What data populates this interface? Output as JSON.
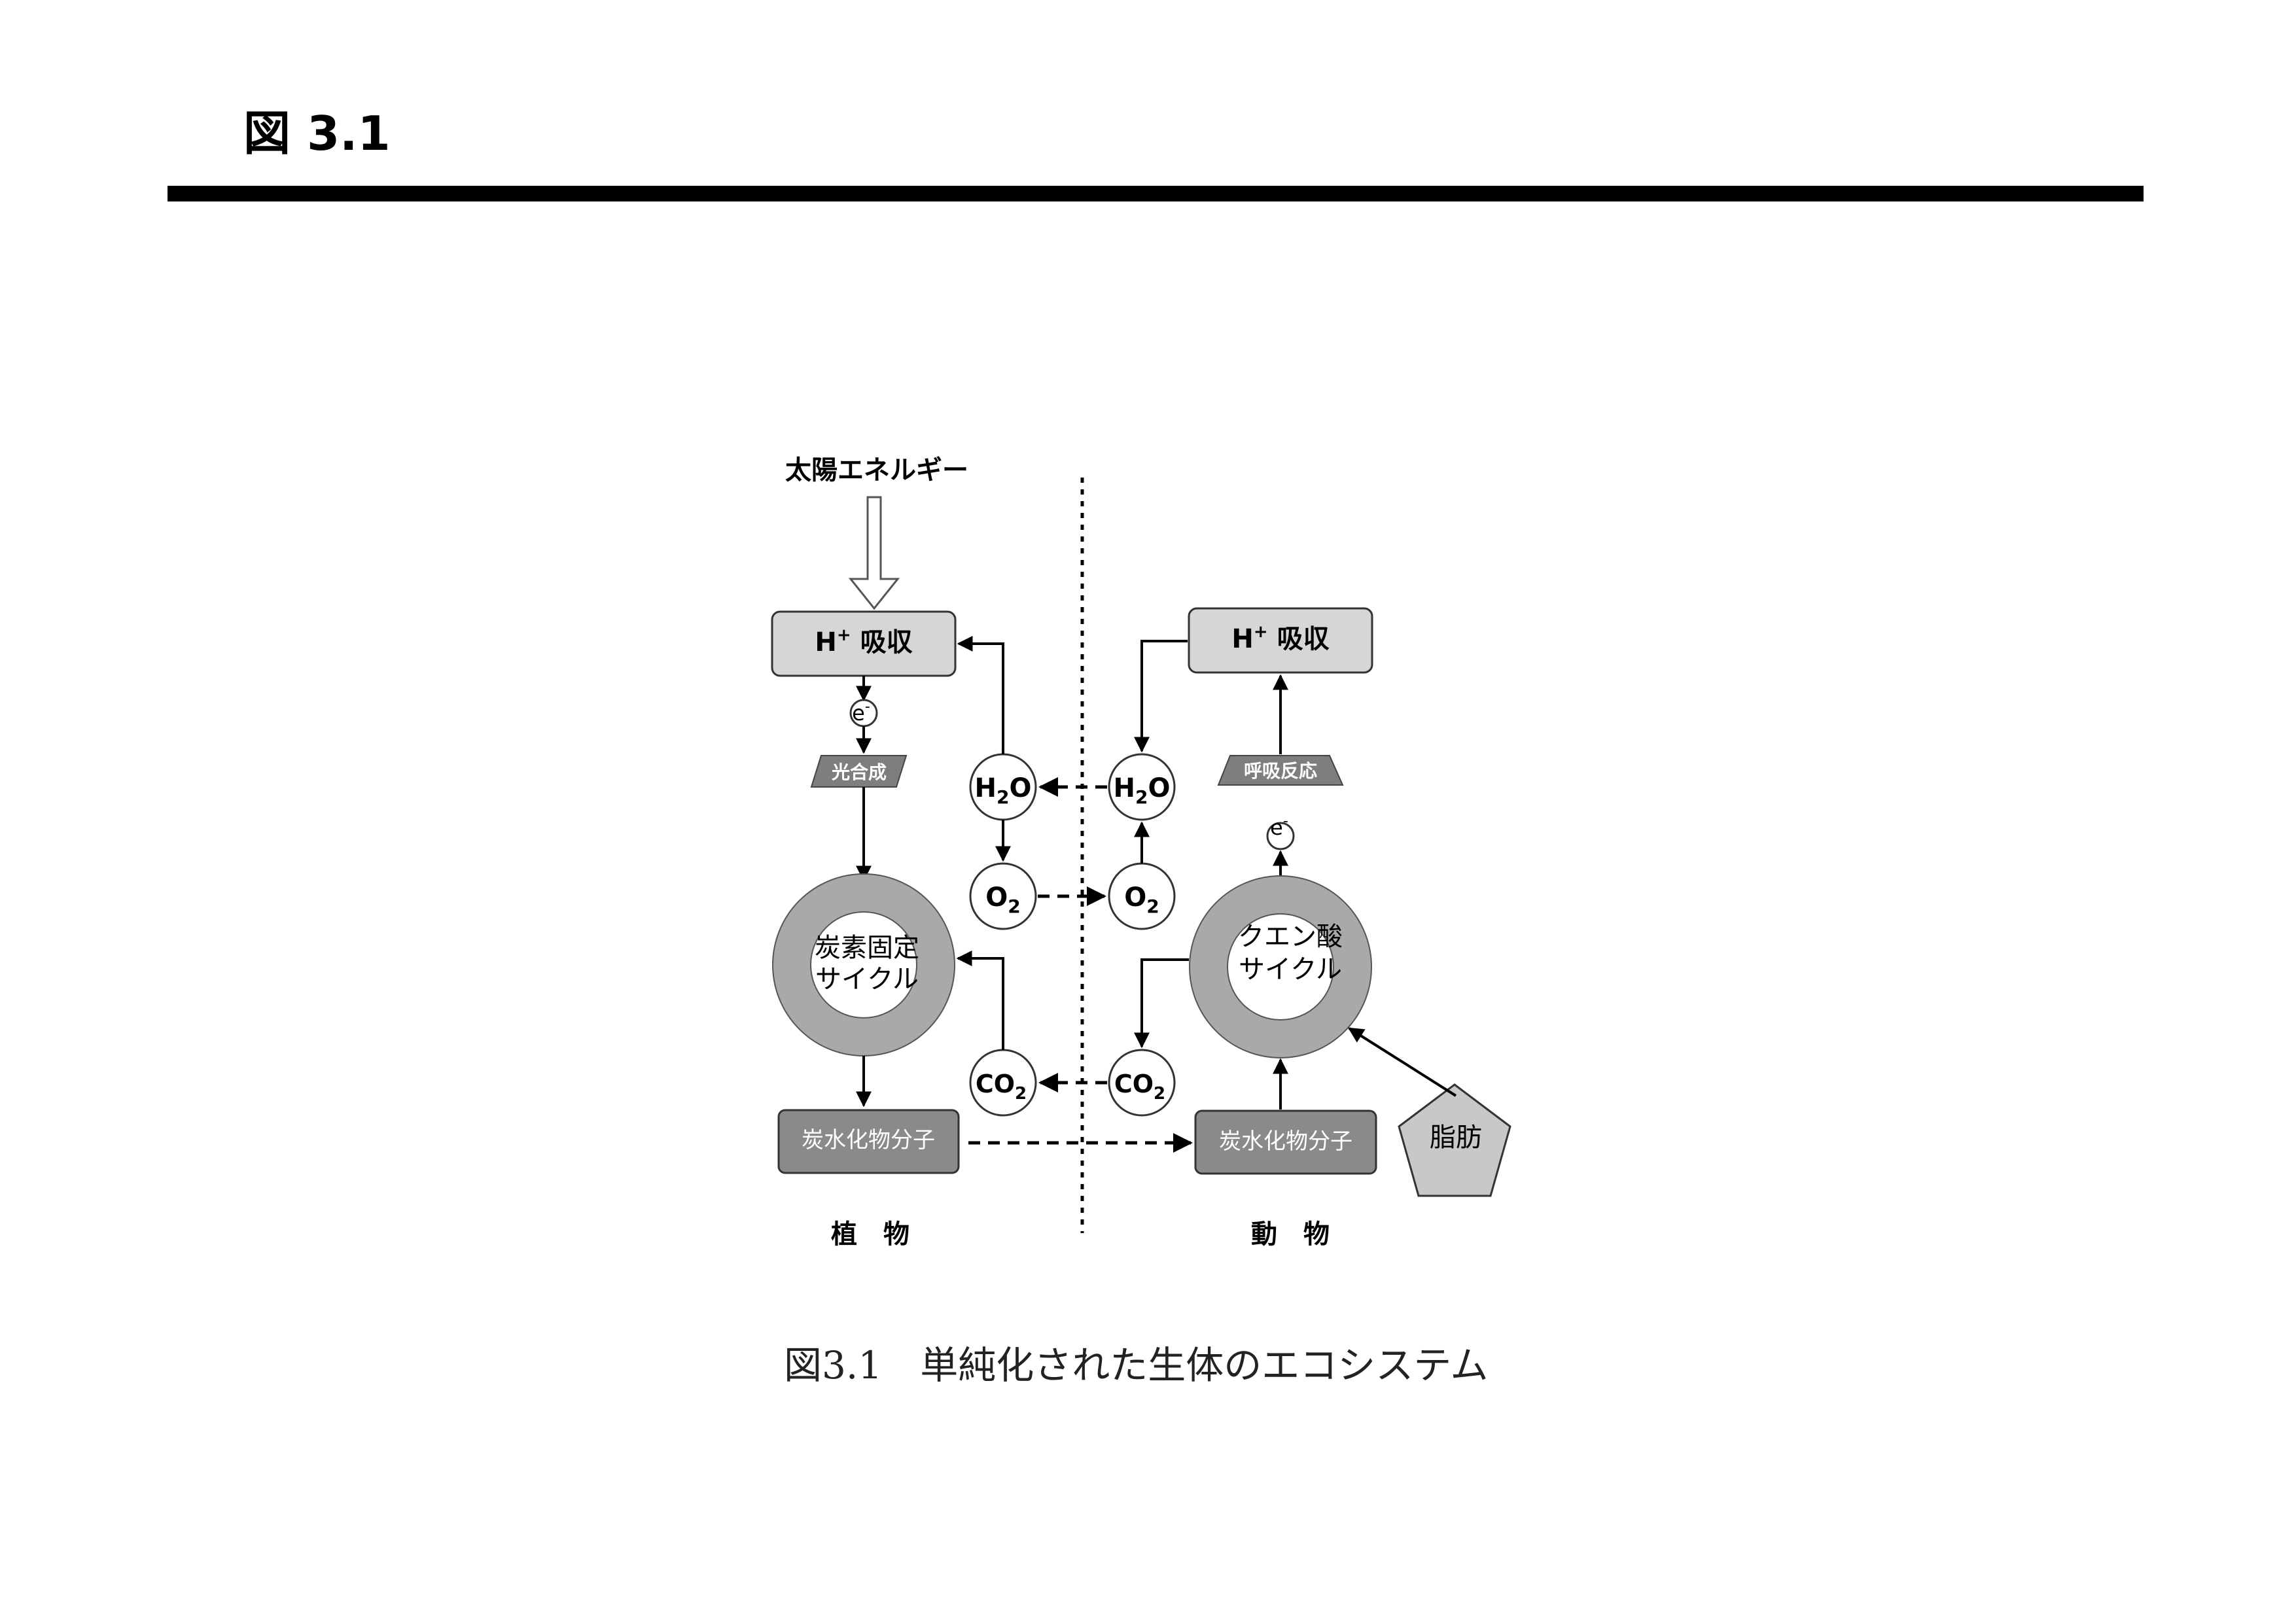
{
  "heading": "図 3.1",
  "caption": "図3.1　単純化された生体のエコシステム",
  "diagram": {
    "sun": "太陽エネルギー",
    "plant": {
      "h_absorb": {
        "main": "H",
        "sup": "+",
        "rest": " 吸収"
      },
      "electron": {
        "main": "e",
        "sup": "-"
      },
      "photosynthesis": "光合成",
      "cycle_line1": "炭素固定",
      "cycle_line2": "サイクル",
      "carbohydrate": "炭水化物分子",
      "label": "植　物"
    },
    "animal": {
      "h_absorb": {
        "main": "H",
        "sup": "+",
        "rest": " 吸収"
      },
      "electron": {
        "main": "e",
        "sup": "-"
      },
      "respiration": "呼吸反応",
      "cycle_line1": "クエン酸",
      "cycle_line2": "サイクル",
      "carbohydrate": "炭水化物分子",
      "fat": "脂肪",
      "label": "動　物"
    },
    "molecules": {
      "h2o": {
        "main": "H",
        "sub": "2",
        "rest": "O"
      },
      "o2": {
        "main": "O",
        "sub": "2"
      },
      "co2": {
        "main": "CO",
        "sub": "2"
      }
    },
    "colors": {
      "light_box": "#d6d6d6",
      "dark_box": "#8a8a8a",
      "ring": "#a9a9a9",
      "trapezoid": "#7e7e7e",
      "pentagon": "#c8c8c8"
    }
  }
}
